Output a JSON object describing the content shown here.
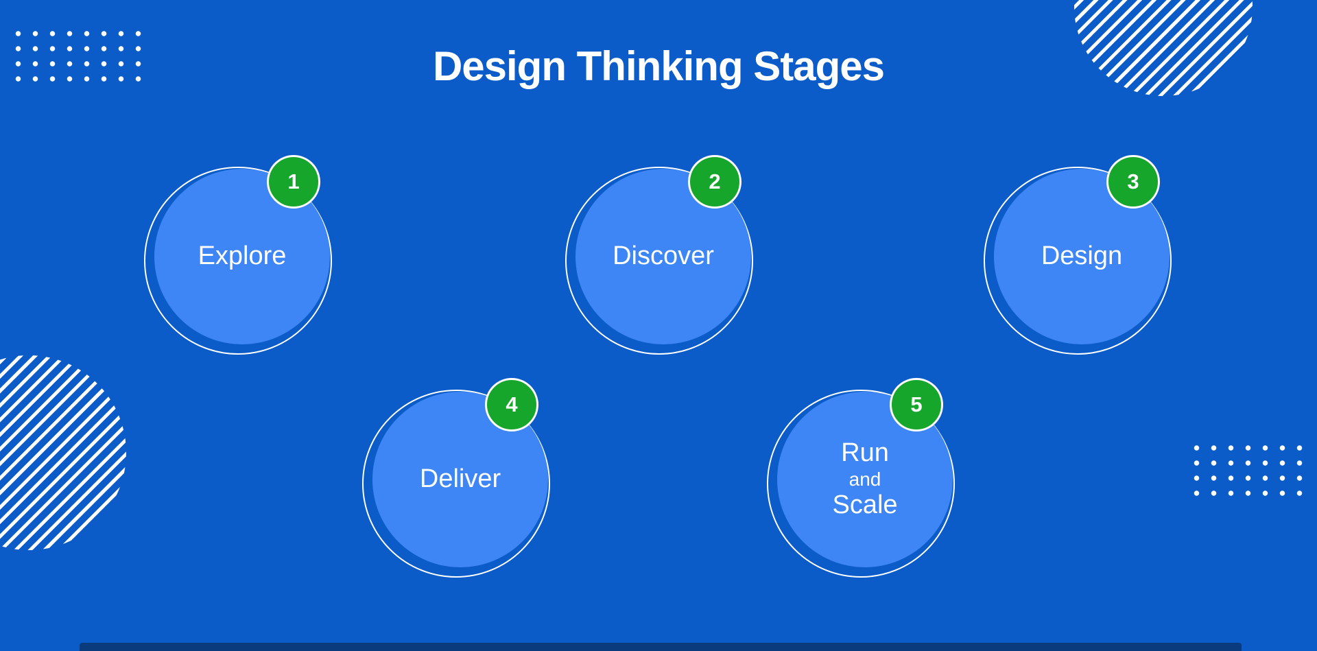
{
  "title": "Design Thinking Stages",
  "colors": {
    "background": "#0B5CC8",
    "circle_fill": "#3E86F5",
    "badge_green": "#17A62C",
    "bottom_bar": "#0A3B7D",
    "text": "#FFFFFF"
  },
  "stages": [
    {
      "number": "1",
      "label": "Explore"
    },
    {
      "number": "2",
      "label": "Discover"
    },
    {
      "number": "3",
      "label": "Design"
    },
    {
      "number": "4",
      "label": "Deliver"
    },
    {
      "number": "5",
      "label_top": "Run",
      "label_mid": "and",
      "label_bottom": "Scale"
    }
  ],
  "decorations": {
    "top_left": "dots-pattern",
    "top_right": "diagonal-stripes-circle",
    "left_middle": "diagonal-stripes-circle",
    "right_lower": "dots-pattern",
    "bottom": "dark-bar"
  }
}
